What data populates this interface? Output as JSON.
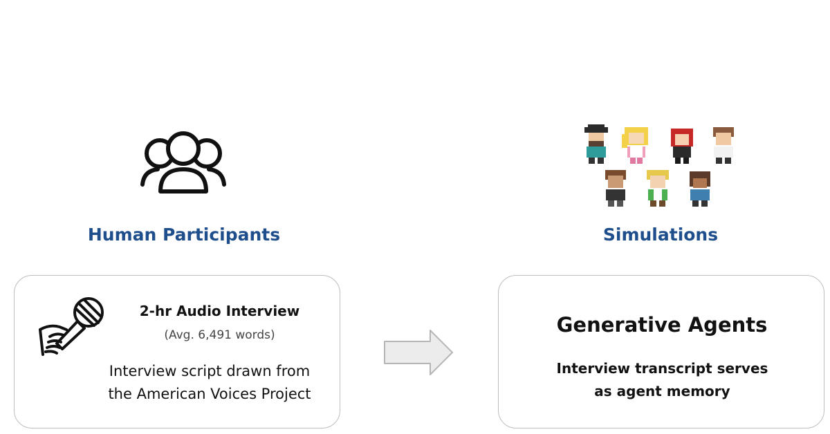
{
  "human": {
    "title": "Human Participants",
    "icon": "people-group-icon"
  },
  "simulations": {
    "title": "Simulations",
    "icon": "pixel-characters"
  },
  "interview": {
    "icon": "microphone-hand-icon",
    "title": "2-hr Audio Interview",
    "subtitle": "(Avg. 6,491 words)",
    "description_lines": [
      "Interview script drawn from",
      "the American Voices Project"
    ]
  },
  "arrow": {
    "icon": "arrow-right-icon",
    "fill": "#ececec",
    "stroke": "#b5b5b5"
  },
  "agents": {
    "title": "Generative Agents",
    "description_lines": [
      "Interview transcript serves",
      "as agent memory"
    ]
  },
  "colors": {
    "heading": "#1f4e8c",
    "card_border": "#bdbdbd",
    "text": "#111111"
  }
}
